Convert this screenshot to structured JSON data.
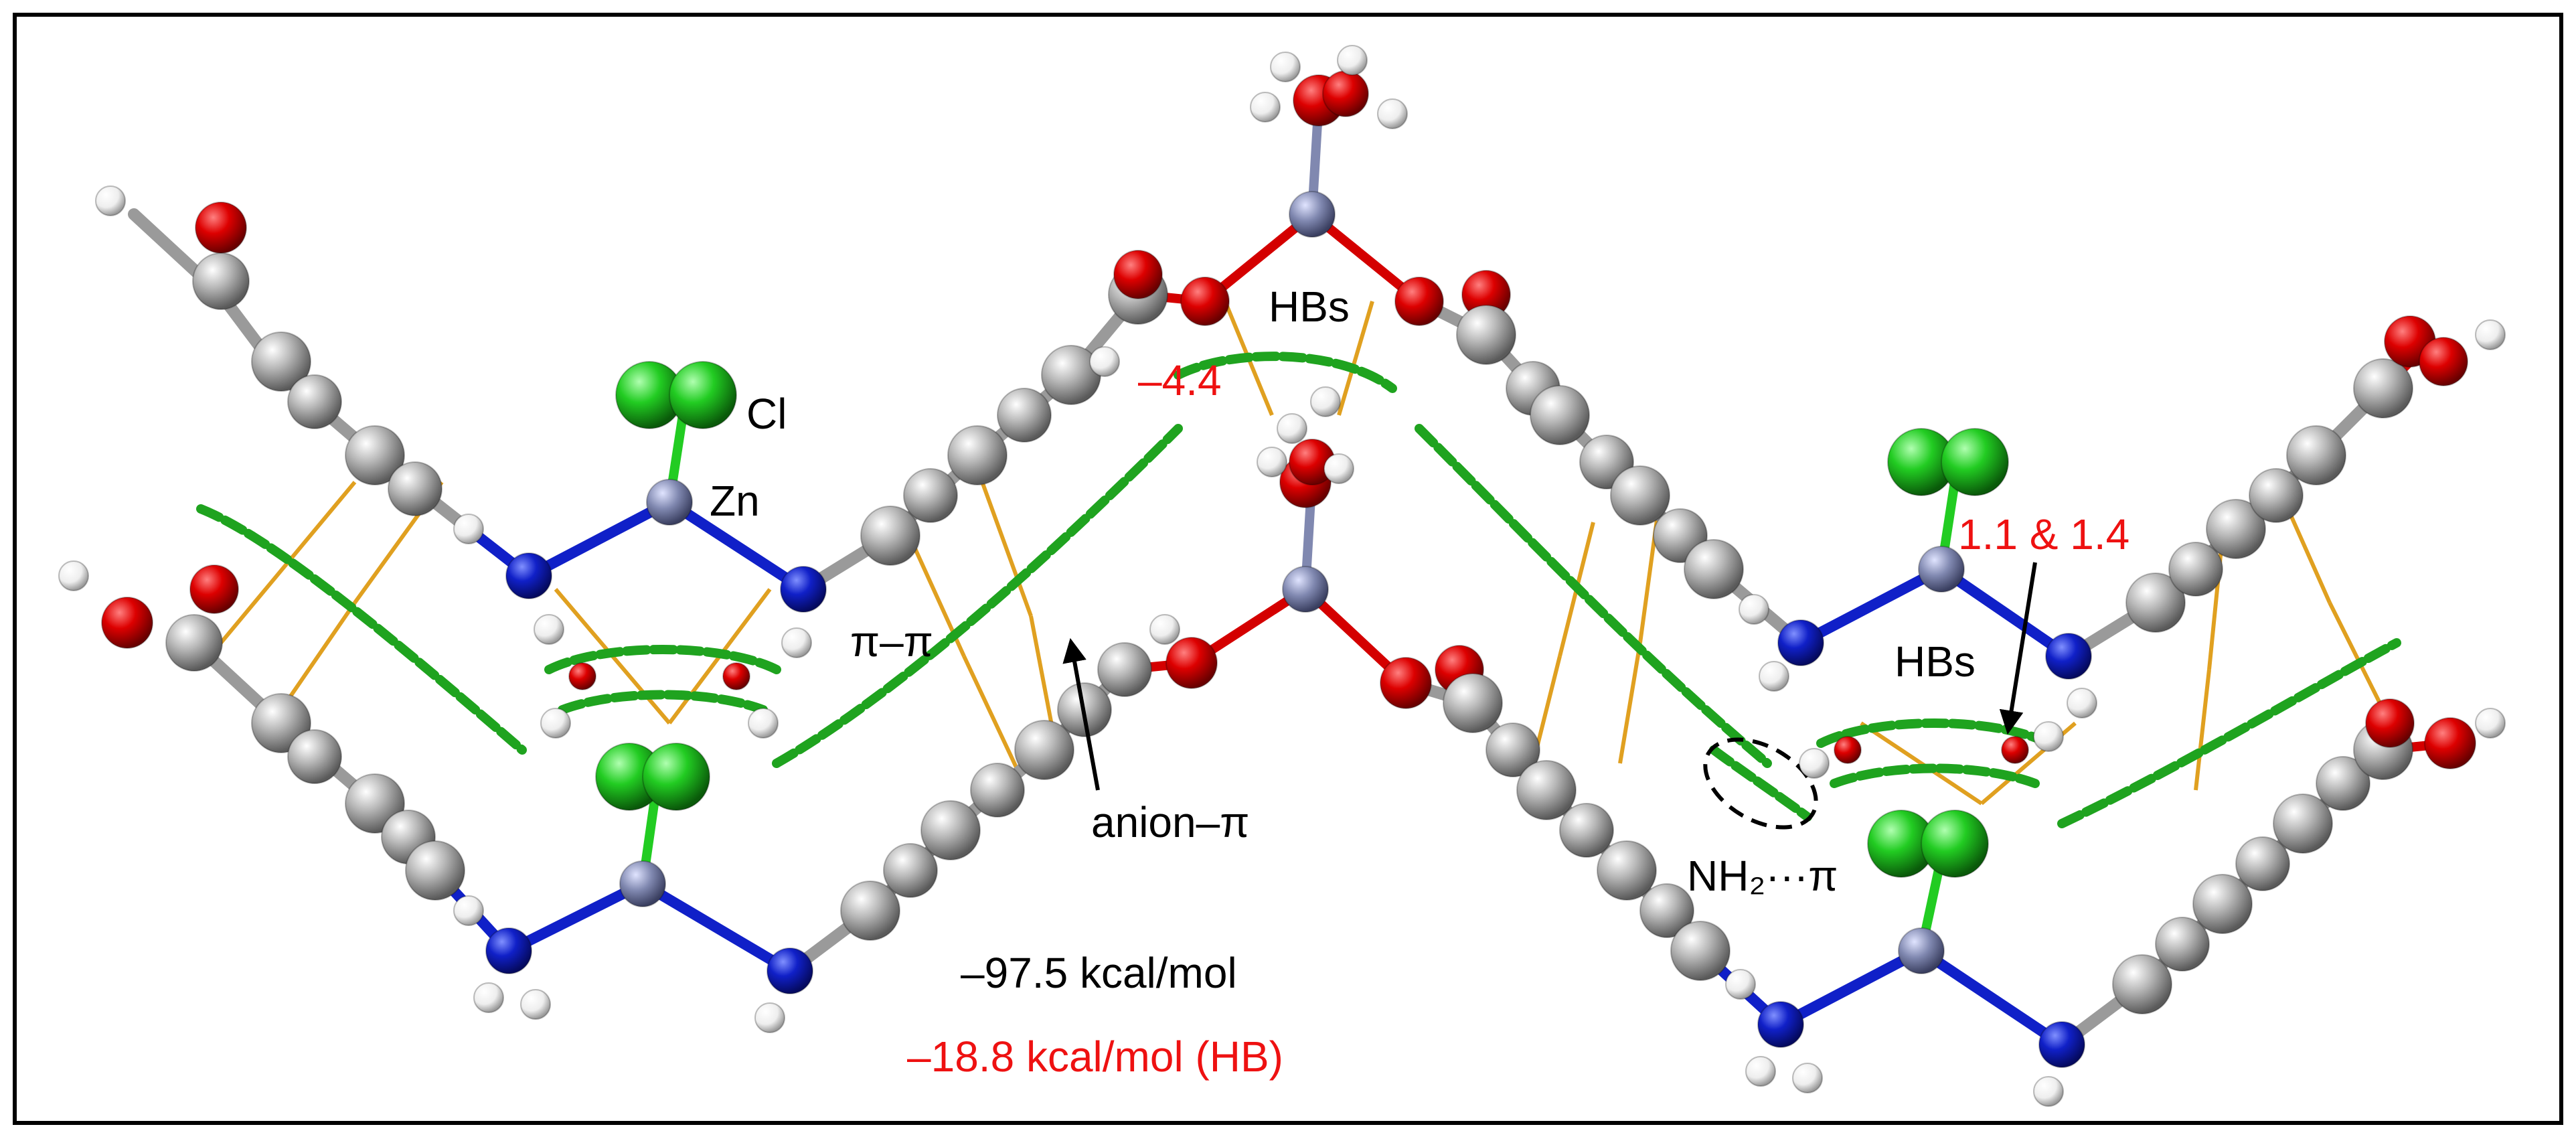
{
  "colors": {
    "frame": "#000000",
    "carbon": "#9a9a9a",
    "hydrogen": "#f2f2f2",
    "oxygen": "#d40000",
    "nitrogen": "#1020c8",
    "zinc": "#8088b0",
    "chlorine": "#22cc22",
    "stacking_line": "#e0a020",
    "nci_surface": "#1fa31f",
    "label_black": "#000000",
    "label_red": "#ee1111"
  },
  "labels": {
    "cl": "Cl",
    "zn": "Zn",
    "hbs_top": "HBs",
    "hb_energy_top": "–4.4",
    "pi_pi": "π–π",
    "anion_pi": "anion–π",
    "hb_energy_right": "1.1 & 1.4",
    "hbs_right": "HBs",
    "nh2_pi": "NH₂···π",
    "total_energy": "–97.5 kcal/mol",
    "hb_energy_total": "–18.8 kcal/mol (HB)"
  }
}
